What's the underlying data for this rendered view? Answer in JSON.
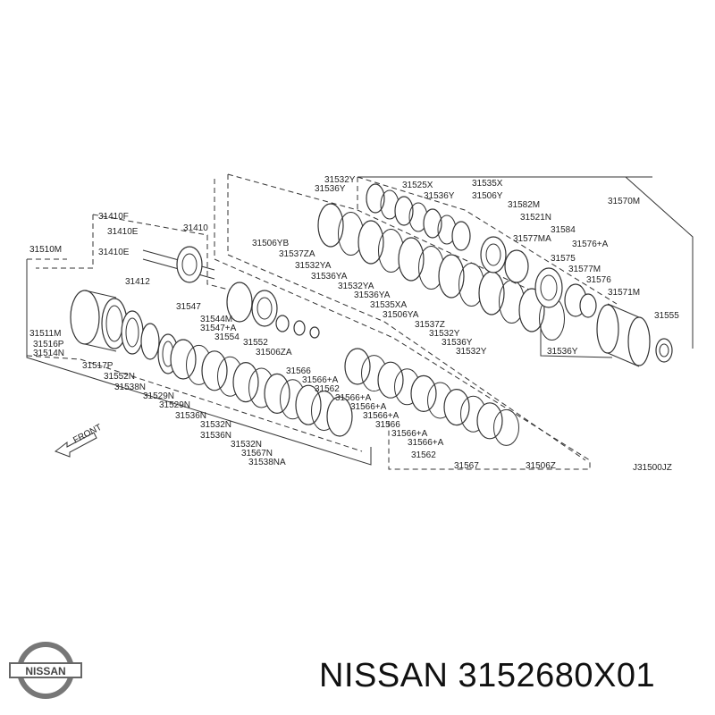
{
  "diagram_code": "J31500JZ",
  "front_label": "FRONT",
  "brand_logo_text": "NISSAN",
  "caption": {
    "brand": "NISSAN",
    "part_number": "3152680X01"
  },
  "parts": [
    "31510M",
    "31410F",
    "31410E",
    "31410E",
    "31410",
    "31412",
    "31547",
    "31544M",
    "31547+A",
    "31554",
    "31552",
    "31506ZA",
    "31511M",
    "31516P",
    "31514N",
    "31517P",
    "31552N",
    "31538N",
    "31529N",
    "31529N",
    "31536N",
    "31532N",
    "31536N",
    "31532N",
    "31567N",
    "31538NA",
    "31506YB",
    "31537ZA",
    "31532YA",
    "31536YA",
    "31532YA",
    "31536YA",
    "31535XA",
    "31506YA",
    "31537Z",
    "31532Y",
    "31536Y",
    "31532Y",
    "31536Y",
    "31532Y",
    "31536Y",
    "31525X",
    "31535X",
    "31536Y",
    "31506Y",
    "31582M",
    "31521N",
    "31584",
    "31577MA",
    "31576+A",
    "31575",
    "31577M",
    "31576",
    "31571M",
    "31555",
    "31570M",
    "31566",
    "31566+A",
    "31562",
    "31566+A",
    "31566+A",
    "31566+A",
    "31566",
    "31566+A",
    "31566+A",
    "31562",
    "31567",
    "31506Z"
  ]
}
